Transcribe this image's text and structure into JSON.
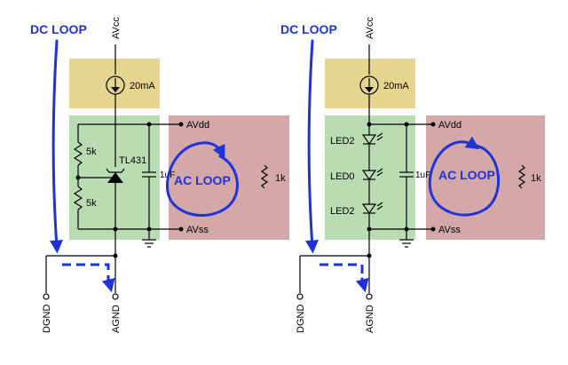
{
  "colors": {
    "current_source_box": "#e6d58f",
    "green_box": "#b9dcb3",
    "pink_box": "#d4a8a8",
    "blue_annotation": "#1f33d6",
    "wire": "#000000"
  },
  "left_circuit": {
    "dc_loop_label": "DC LOOP",
    "avcc_label": "AVcc",
    "current_label": "20mA",
    "avdd_label": "AVdd",
    "avss_label": "AVss",
    "resistor_top_label": "5k",
    "resistor_bottom_label": "5k",
    "regulator_label": "TL431",
    "cap_label": "1uF",
    "ac_loop_label": "AC LOOP",
    "load_label": "1k",
    "dgnd_label": "DGND",
    "agnd_label": "AGND"
  },
  "right_circuit": {
    "dc_loop_label": "DC LOOP",
    "avcc_label": "AVcc",
    "current_label": "20mA",
    "avdd_label": "AVdd",
    "avss_label": "AVss",
    "led_top_label": "LED2",
    "led_middle_label": "LED0",
    "led_bottom_label": "LED2",
    "cap_label": "1uF",
    "ac_loop_label": "AC LOOP",
    "load_label": "1k",
    "dgnd_label": "DGND",
    "agnd_label": "AGND"
  }
}
